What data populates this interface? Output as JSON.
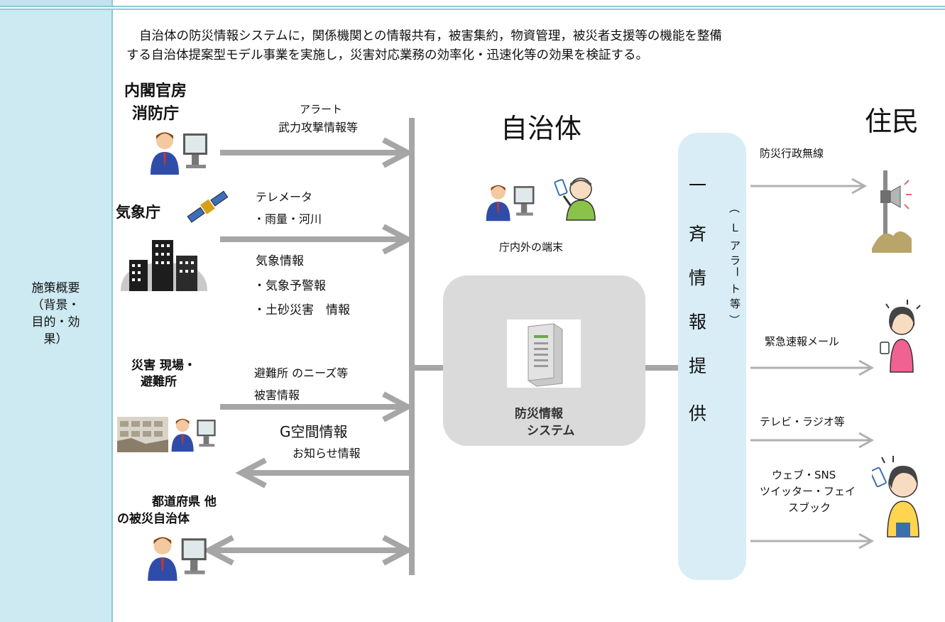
{
  "left_label": [
    "施策概要",
    "（背景・",
    "目的・効",
    "果）"
  ],
  "intro": {
    "line1": "自治体の防災情報システムに，関係機関との情報共有，被害集約，物資管理，被災者支援等の機能を整備",
    "line2": "する自治体提案型モデル事業を実施し，災害対応業務の効率化・迅速化等の効果を検証する。"
  },
  "sources": {
    "cabinet_1": "内閣官房",
    "cabinet_2": "消防庁",
    "jma": "気象庁",
    "disaster_1": "災害 現場・",
    "disaster_2": "避難所",
    "prefecture_1": "都道府県 他",
    "prefecture_2": "の被災自治体"
  },
  "arrow_labels": {
    "alert_1": "アラート",
    "alert_2": "武力攻撃情報等",
    "telemeter_1": "テレメータ",
    "telemeter_2": "・雨量・河川",
    "weather_1": "気象情報",
    "weather_2": "・気象予警報",
    "weather_3": "・土砂災害　情報",
    "shelter_1": "避難所 のニーズ等",
    "shelter_2": "被害情報",
    "gspace": "G空間情報",
    "notice": "お知らせ情報"
  },
  "center": {
    "municipality": "自治体",
    "terminals": "庁内外の端末",
    "system_1": "防災情報",
    "system_2": "システム"
  },
  "broadcast": {
    "vertical_chars": [
      "一",
      "斉",
      "情",
      "報",
      "提",
      "供"
    ],
    "side_chars": [
      "︵",
      "Ｌ",
      "ア",
      "ラ",
      "ー",
      "ト",
      "等",
      "︶"
    ]
  },
  "residents": {
    "title": "住民",
    "radio": "防災行政無線",
    "mail": "緊急速報メール",
    "tv": "テレビ・ラジオ等",
    "web_1": "ウェブ・SNS",
    "web_2": "ツイッター・フェイ",
    "web_3": "スブック"
  },
  "colors": {
    "arrow": "#a6a6a6",
    "arrow_light": "#b0b0b0",
    "left_cell": "#cde9f1",
    "border": "#8fc9d6",
    "system_box": "#dadada",
    "alert_box": "#d8edf5"
  }
}
